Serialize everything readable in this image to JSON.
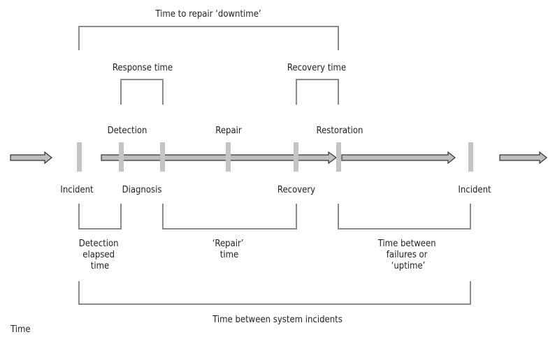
{
  "labels": {
    "top_title": "Time to repair ‘downtime’",
    "response_time": "Response time",
    "recovery_time": "Recovery time",
    "detection": "Detection",
    "repair": "Repair",
    "restoration": "Restoration",
    "incident_left": "Incident",
    "diagnosis": "Diagnosis",
    "recovery": "Recovery",
    "incident_right": "Incident",
    "detection_elapsed": [
      "Detection",
      "elapsed",
      "time"
    ],
    "repair_time": [
      "‘Repair’",
      "time"
    ],
    "uptime": [
      "Time between",
      "failures or",
      "‘uptime’"
    ],
    "between_incidents": "Time between system incidents",
    "axis": "Time"
  },
  "colors": {
    "bracket": "#8a8a8a",
    "tick": "#c4c4c4",
    "arrow_fill": "#bdbdbd",
    "arrow_stroke": "#333333",
    "text": "#222222"
  }
}
